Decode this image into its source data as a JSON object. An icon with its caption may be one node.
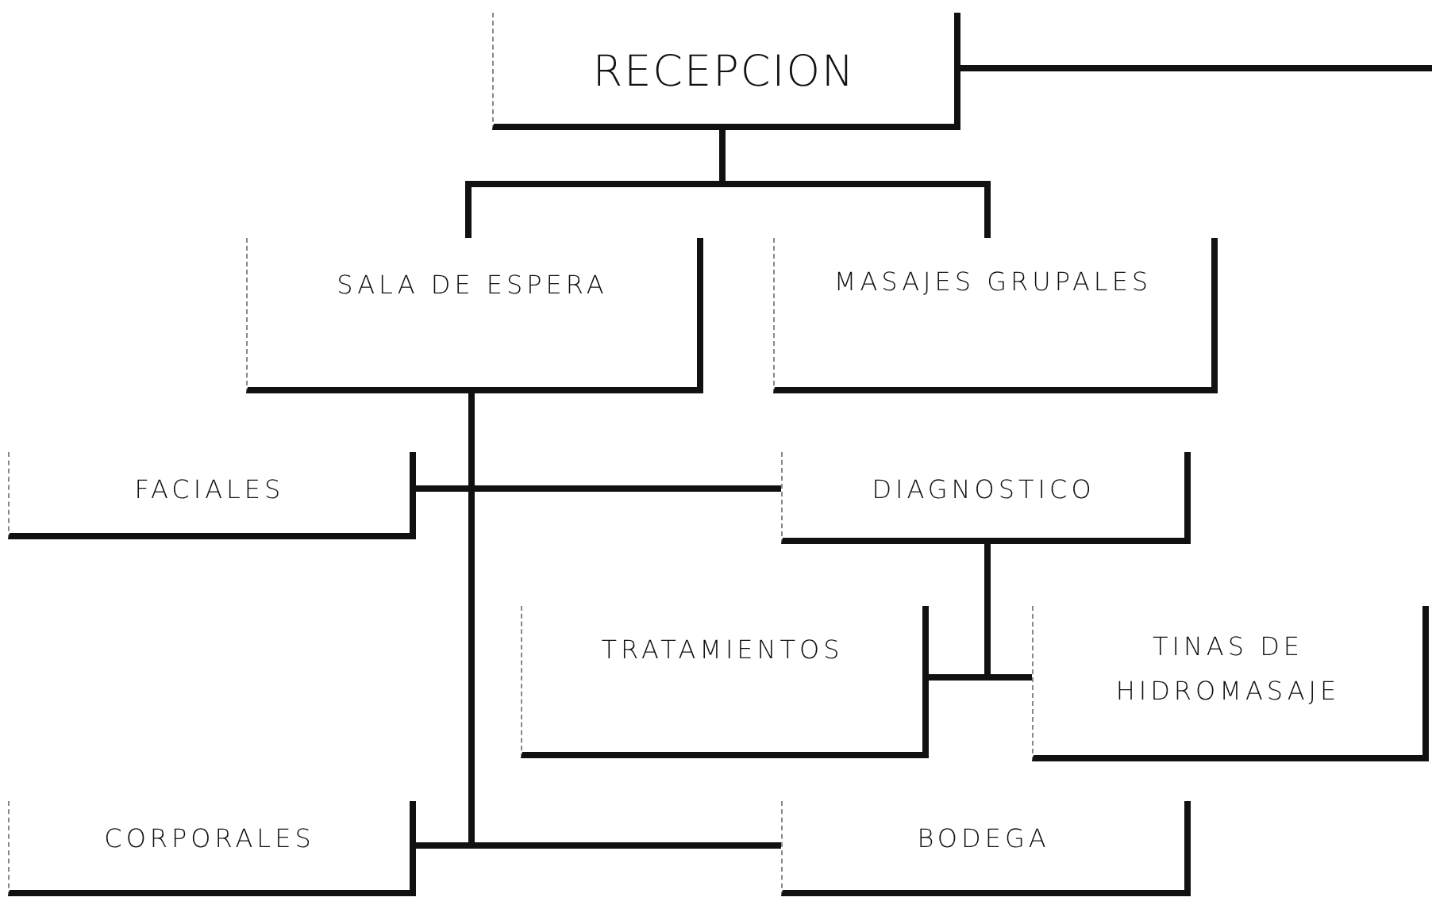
{
  "diagram": {
    "nodes": [
      {
        "text": [
          "RECEPCION"
        ]
      },
      {
        "text": [
          "SALA DE ESPERA"
        ]
      },
      {
        "text": [
          "MASAJES GRUPALES"
        ]
      },
      {
        "text": [
          "FACIALES"
        ]
      },
      {
        "text": [
          "DIAGNOSTICO"
        ]
      },
      {
        "text": [
          "TRATAMIENTOS"
        ]
      },
      {
        "text": [
          "TINAS DE HIDROMASAJE"
        ]
      },
      {
        "text": [
          "CORPORALES"
        ]
      },
      {
        "text": [
          "BODEGA"
        ]
      }
    ],
    "edges": [
      {
        "from": 0,
        "to": null,
        "arrow": "none"
      },
      {
        "from": 0,
        "to": 1,
        "arrow": "none"
      },
      {
        "from": 0,
        "to": 2,
        "arrow": "none"
      },
      {
        "from": 1,
        "to": 3,
        "arrow": "none"
      },
      {
        "from": 1,
        "to": 4,
        "arrow": "none"
      },
      {
        "from": 1,
        "to": 7,
        "arrow": "none"
      },
      {
        "from": 1,
        "to": 8,
        "arrow": "none"
      },
      {
        "from": 4,
        "to": 5,
        "arrow": "none"
      },
      {
        "from": 4,
        "to": 6,
        "arrow": "none"
      }
    ]
  }
}
